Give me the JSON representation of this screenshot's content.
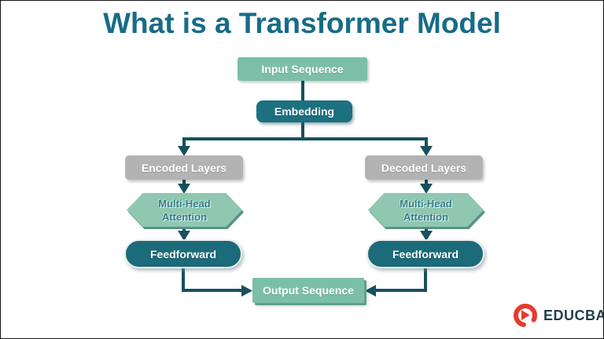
{
  "title": "What is a Transformer Model",
  "nodes": {
    "input_sequence": {
      "label": "Input Sequence"
    },
    "embedding": {
      "label": "Embedding"
    },
    "encoded_layers": {
      "label": "Encoded Layers"
    },
    "decoded_layers": {
      "label": "Decoded Layers"
    },
    "attention_left": {
      "line1": "Multi-Head",
      "line2": "Attention"
    },
    "attention_right": {
      "line1": "Multi-Head",
      "line2": "Attention"
    },
    "feedforward_left": {
      "label": "Feedforward"
    },
    "feedforward_right": {
      "label": "Feedforward"
    },
    "output_sequence": {
      "label": "Output Sequence"
    }
  },
  "logo": {
    "brand": "EDUCBA",
    "accent_color": "#e6392e",
    "text_color": "#1f3d4a"
  },
  "colors": {
    "title": "#176c87",
    "dark_teal_box": "#1c7080",
    "light_green_box": "#7cbfa8",
    "hexagon_green": "#8fc7b1",
    "gray_box": "#b3b3b3",
    "connector": "#17505e"
  }
}
